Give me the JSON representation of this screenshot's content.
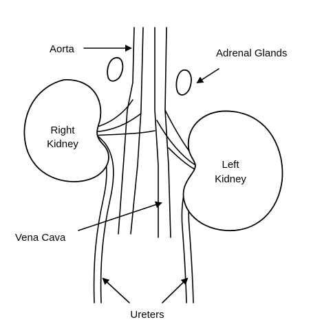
{
  "labels": {
    "aorta": "Aorta",
    "adrenal_glands": "Adrenal Glands",
    "right_kidney_line1": "Right",
    "right_kidney_line2": "Kidney",
    "left_kidney_line1": "Left",
    "left_kidney_line2": "Kidney",
    "vena_cava": "Vena Cava",
    "ureters": "Ureters"
  },
  "colors": {
    "line": "#000000",
    "background": "#ffffff"
  }
}
